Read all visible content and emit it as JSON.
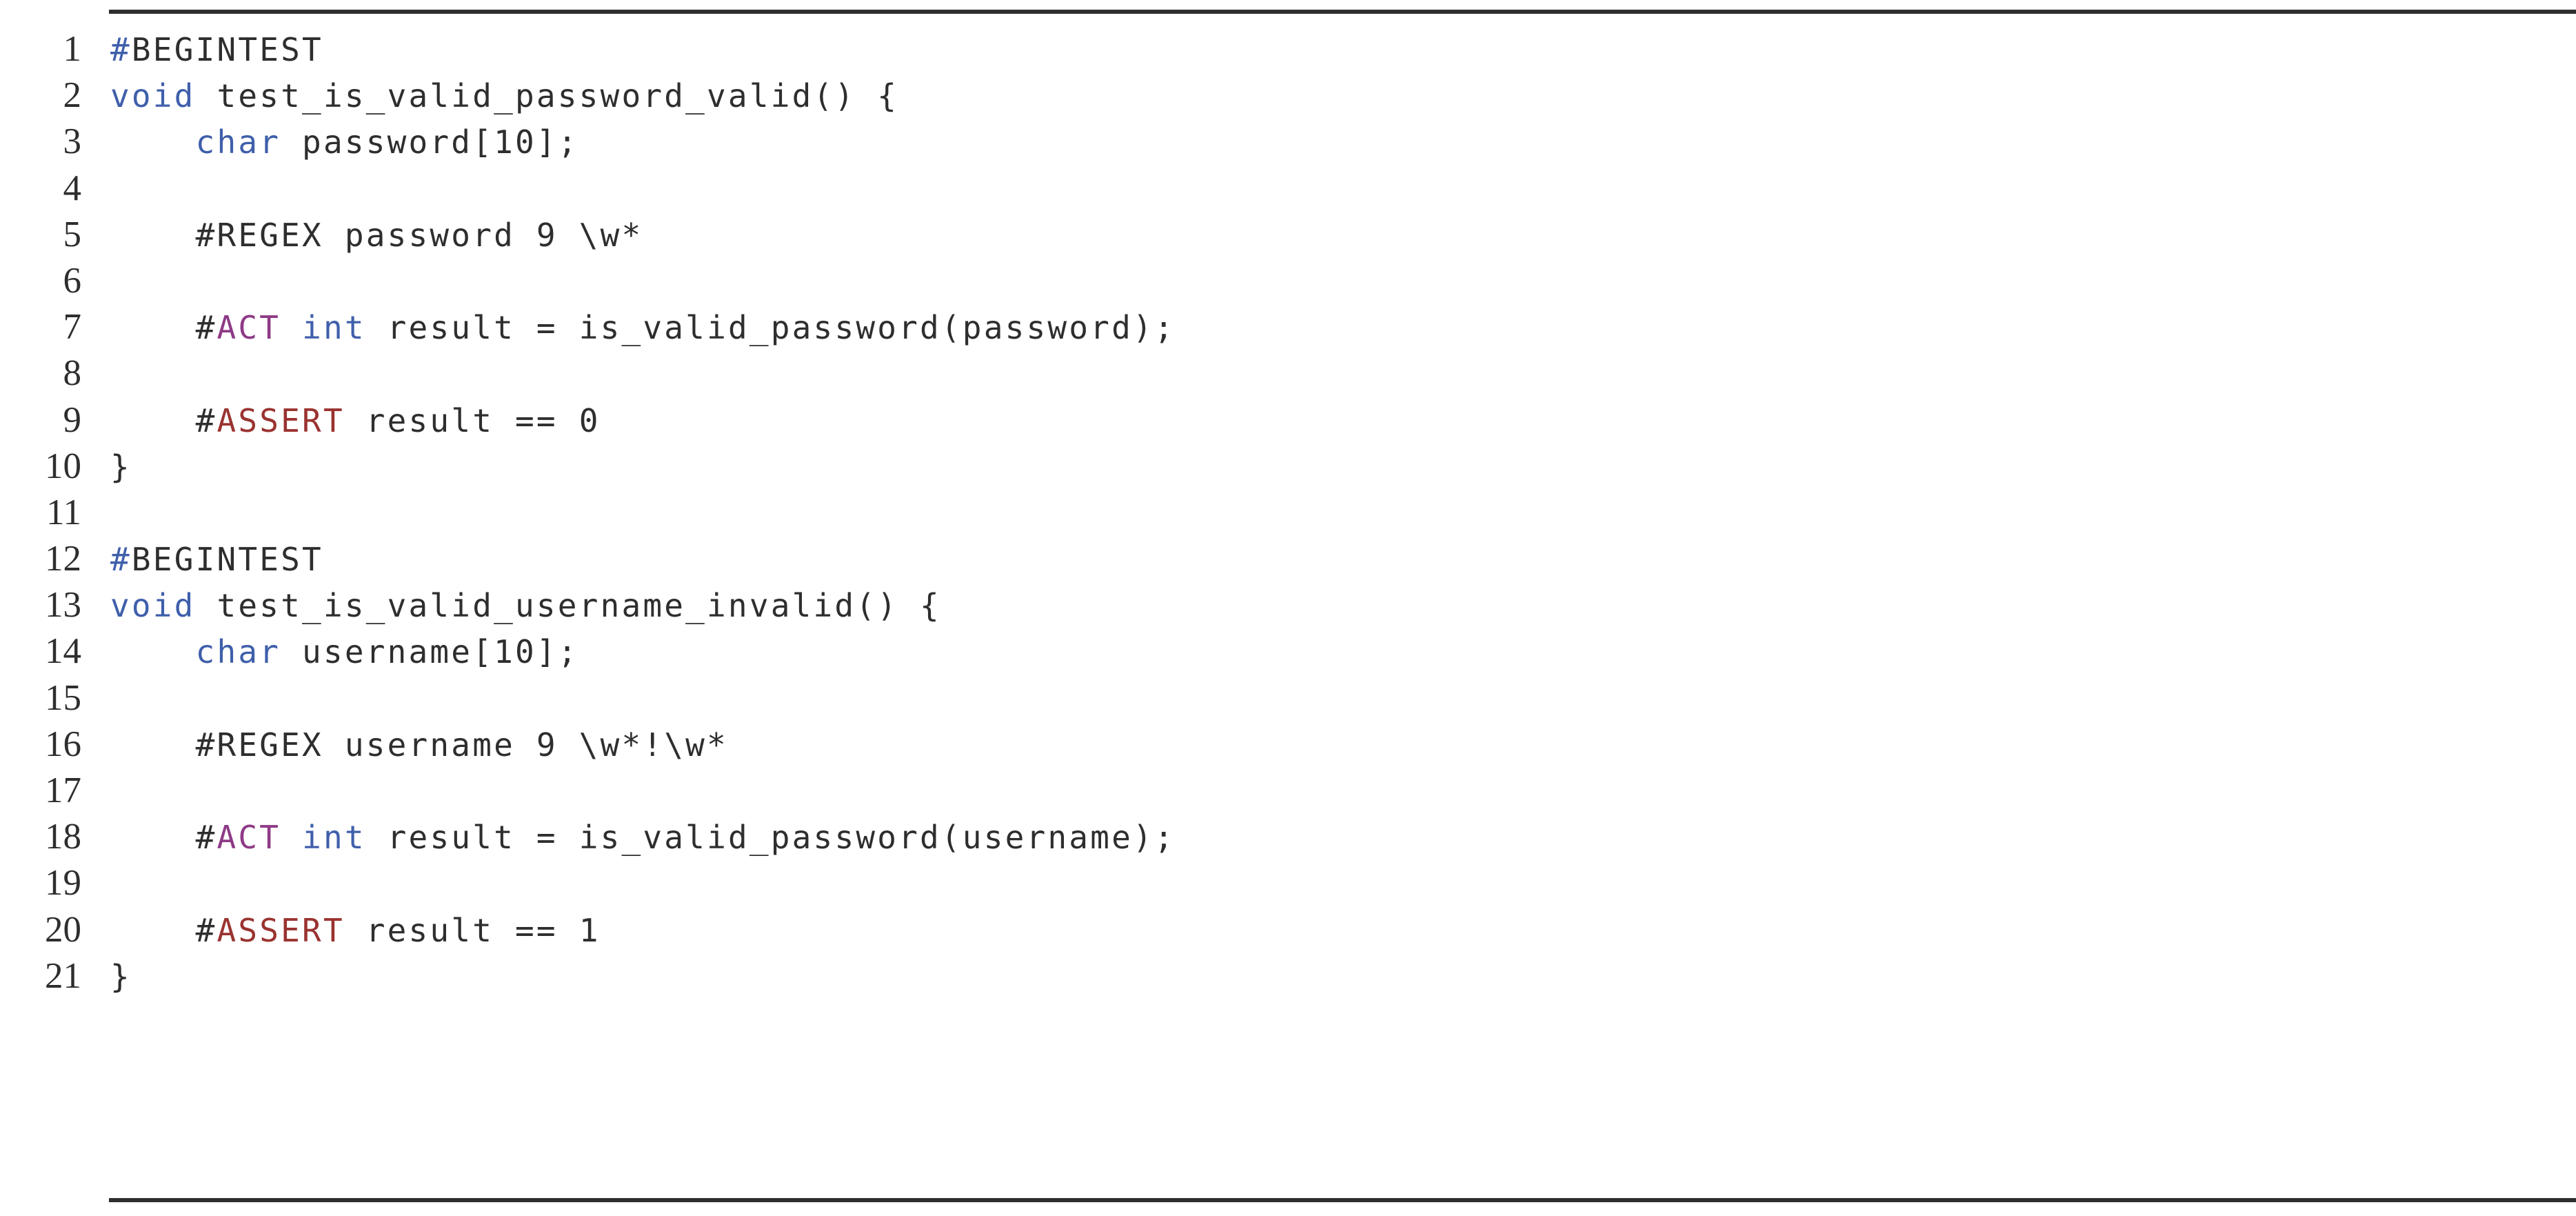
{
  "listing": {
    "language": "C",
    "total_lines": 21,
    "rules": {
      "top": true,
      "bottom": true
    },
    "colors": {
      "keyword": "#3f5fab",
      "act": "#8e3a86",
      "assert": "#9a3330",
      "plain": "#2e2e2e",
      "background": "#ffffff",
      "rule": "#2e2e2e"
    },
    "lines": [
      {
        "number": "1",
        "text": "#BEGINTEST",
        "tokens": [
          {
            "t": "#",
            "c": "kw"
          },
          {
            "t": "BEGINTEST",
            "c": "plain"
          }
        ]
      },
      {
        "number": "2",
        "text": "void test_is_valid_password_valid() {",
        "tokens": [
          {
            "t": "void",
            "c": "kw"
          },
          {
            "t": " test_is_valid_password_valid() {",
            "c": "plain"
          }
        ]
      },
      {
        "number": "3",
        "text": "    char password[10];",
        "tokens": [
          {
            "t": "    ",
            "c": "plain"
          },
          {
            "t": "char",
            "c": "kw"
          },
          {
            "t": " password[10];",
            "c": "plain"
          }
        ]
      },
      {
        "number": "4",
        "text": "",
        "tokens": []
      },
      {
        "number": "5",
        "text": "    #REGEX password 9 \\w*",
        "tokens": [
          {
            "t": "    #REGEX password 9 \\w*",
            "c": "plain"
          }
        ]
      },
      {
        "number": "6",
        "text": "",
        "tokens": []
      },
      {
        "number": "7",
        "text": "    #ACT int result = is_valid_password(password);",
        "tokens": [
          {
            "t": "    ",
            "c": "plain"
          },
          {
            "t": "#",
            "c": "hash"
          },
          {
            "t": "ACT",
            "c": "act"
          },
          {
            "t": " ",
            "c": "plain"
          },
          {
            "t": "int",
            "c": "kw"
          },
          {
            "t": " result = is_valid_password(password);",
            "c": "plain"
          }
        ]
      },
      {
        "number": "8",
        "text": "",
        "tokens": []
      },
      {
        "number": "9",
        "text": "    #ASSERT result == 0",
        "tokens": [
          {
            "t": "    ",
            "c": "plain"
          },
          {
            "t": "#",
            "c": "hash"
          },
          {
            "t": "ASSERT",
            "c": "assert"
          },
          {
            "t": " result == 0",
            "c": "plain"
          }
        ]
      },
      {
        "number": "10",
        "text": "}",
        "tokens": [
          {
            "t": "}",
            "c": "plain"
          }
        ]
      },
      {
        "number": "11",
        "text": "",
        "tokens": []
      },
      {
        "number": "12",
        "text": "#BEGINTEST",
        "tokens": [
          {
            "t": "#",
            "c": "kw"
          },
          {
            "t": "BEGINTEST",
            "c": "plain"
          }
        ]
      },
      {
        "number": "13",
        "text": "void test_is_valid_username_invalid() {",
        "tokens": [
          {
            "t": "void",
            "c": "kw"
          },
          {
            "t": " test_is_valid_username_invalid() {",
            "c": "plain"
          }
        ]
      },
      {
        "number": "14",
        "text": "    char username[10];",
        "tokens": [
          {
            "t": "    ",
            "c": "plain"
          },
          {
            "t": "char",
            "c": "kw"
          },
          {
            "t": " username[10];",
            "c": "plain"
          }
        ]
      },
      {
        "number": "15",
        "text": "",
        "tokens": []
      },
      {
        "number": "16",
        "text": "    #REGEX username 9 \\w*!\\w*",
        "tokens": [
          {
            "t": "    #REGEX username 9 \\w*!\\w*",
            "c": "plain"
          }
        ]
      },
      {
        "number": "17",
        "text": "",
        "tokens": []
      },
      {
        "number": "18",
        "text": "    #ACT int result = is_valid_password(username);",
        "tokens": [
          {
            "t": "    ",
            "c": "plain"
          },
          {
            "t": "#",
            "c": "hash"
          },
          {
            "t": "ACT",
            "c": "act"
          },
          {
            "t": " ",
            "c": "plain"
          },
          {
            "t": "int",
            "c": "kw"
          },
          {
            "t": " result = is_valid_password(username);",
            "c": "plain"
          }
        ]
      },
      {
        "number": "19",
        "text": "",
        "tokens": []
      },
      {
        "number": "20",
        "text": "    #ASSERT result == 1",
        "tokens": [
          {
            "t": "    ",
            "c": "plain"
          },
          {
            "t": "#",
            "c": "hash"
          },
          {
            "t": "ASSERT",
            "c": "assert"
          },
          {
            "t": " result == 1",
            "c": "plain"
          }
        ]
      },
      {
        "number": "21",
        "text": "}",
        "tokens": [
          {
            "t": "}",
            "c": "plain"
          }
        ]
      }
    ]
  }
}
